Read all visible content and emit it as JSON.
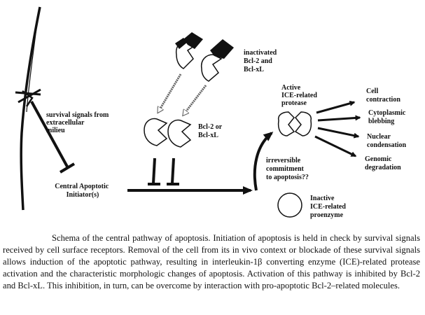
{
  "figure": {
    "labels": {
      "survival_signals": [
        "survival signals from",
        "extracellular",
        "milieu"
      ],
      "initiator": [
        "Central Apoptotic",
        "Initiator(s)"
      ],
      "inactivated": [
        "inactivated",
        "Bcl-2 and",
        "Bcl-xL"
      ],
      "bcl": [
        "Bcl-2 or",
        "Bcl-xL"
      ],
      "commitment": [
        "irreversible",
        "commitment",
        "to apoptosis??"
      ],
      "active_protease": [
        "Active",
        "ICE-related",
        "protease"
      ],
      "inactive_proenzyme": [
        "Inactive",
        "ICE-related",
        "proenzyme"
      ],
      "outcomes": [
        [
          "Cell",
          "contraction"
        ],
        [
          "Cytoplasmic",
          "blebbing"
        ],
        [
          "Nuclear",
          "condensation"
        ],
        [
          "Genomic",
          "degradation"
        ]
      ]
    }
  },
  "caption": "Schema of the central pathway of apoptosis. Initiation of apoptosis is held in check by survival signals received by cell surface receptors. Removal of the cell from its in vivo context or blockade of these survival signals allows induction of the apoptotic pathway, resulting in interleukin-1β converting enzyme (ICE)-related protease activation and the characteristic morphologic changes of apoptosis. Activation of this pathway is inhibited by Bcl-2 and Bcl-xL. This inhibition, in turn, can be overcome by interaction with pro-apoptotic Bcl-2–related molecules."
}
